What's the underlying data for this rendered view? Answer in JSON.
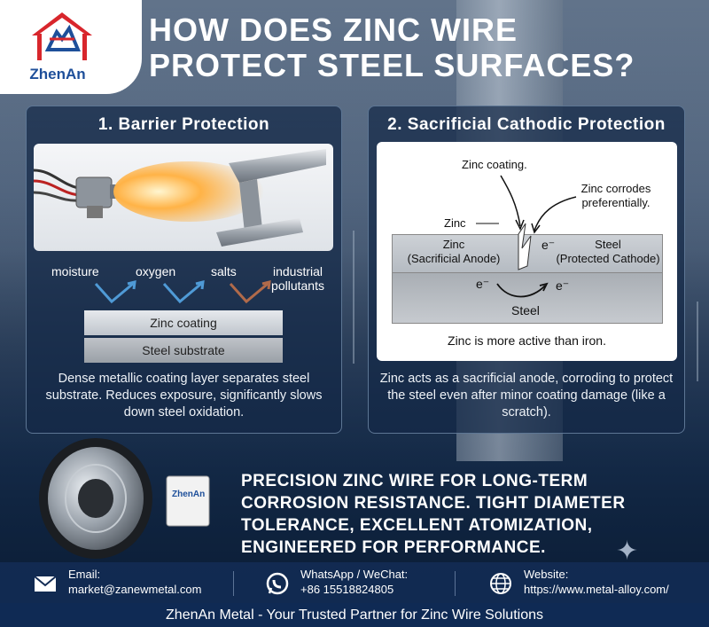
{
  "brand": {
    "logo_text": "ZhenAn"
  },
  "header": {
    "title": "How Does Zinc Wire Protect Steel Surfaces?"
  },
  "panel1": {
    "title": "1. Barrier Protection",
    "threats": [
      "moisture",
      "oxygen",
      "salts",
      "industrial pollutants"
    ],
    "layer_top": "Zinc coating",
    "layer_bottom": "Steel substrate",
    "description": "Dense metallic coating layer separates steel substrate. Reduces exposure, significantly slows down steel oxidation."
  },
  "panel2": {
    "title": "2. Sacrificial Cathodic Protection",
    "callout_coating": "Zinc coating.",
    "callout_corrodes": "Zinc corrodes preferentially.",
    "label_zinc": "Zinc",
    "anode_line1": "Zinc",
    "anode_line2": "(Sacrificial Anode)",
    "cathode_line1": "Steel",
    "cathode_line2": "(Protected Cathode)",
    "electron": "e⁻",
    "steel_label": "Steel",
    "caption": "Zinc is more active than iron.",
    "description": "Zinc acts as a sacrificial anode, corroding to protect the steel even after minor coating damage (like a scratch)."
  },
  "product": {
    "spool_label": "ZhenAn",
    "tagline": "Precision zinc wire for long-term corrosion resistance. Tight diameter tolerance, excellent atomization, engineered for performance."
  },
  "contact": {
    "email_label": "Email:",
    "email_value": "market@zanewmetal.com",
    "whatsapp_label": "WhatsApp / WeChat:",
    "whatsapp_value": "+86 15518824805",
    "website_label": "Website:",
    "website_value": "https://www.metal-alloy.com/"
  },
  "footer": {
    "text": "ZhenAn Metal - Your Trusted Partner for Zinc Wire Solutions"
  },
  "colors": {
    "brand_red": "#d8262c",
    "brand_blue": "#1e4f9a",
    "arrow_blue": "#4f9ad6",
    "arrow_brown": "#b06a4a"
  }
}
